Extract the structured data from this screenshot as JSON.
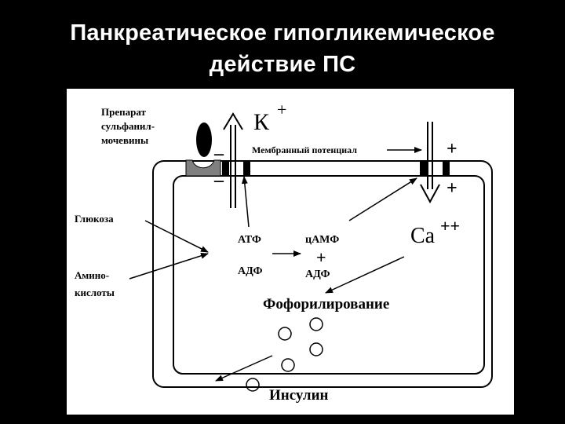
{
  "title": {
    "line1": "Панкреатическое гипогликемическое",
    "line2": "действие ПС"
  },
  "diagram": {
    "drug_label": [
      "Препарат",
      "сульфанил-",
      "мочевины"
    ],
    "k_ion": "К",
    "k_charge": "+",
    "membrane_potential": "Мембранный потенциал",
    "minus_top": "–",
    "minus_bottom": "–",
    "plus_outer": "+",
    "plus_inner": "+",
    "glucose": "Глюкоза",
    "amino_acids": [
      "Амино-",
      "кислоты"
    ],
    "atp": "АТФ",
    "adp_left": "АДФ",
    "camp": "цАМФ",
    "camp_plus": "+",
    "adp_right": "АДФ",
    "ca_ion": "Са",
    "ca_charge": "++",
    "phosphorylation": "Фофорилирование",
    "insulin": "Инсулин"
  },
  "colors": {
    "background": "#000000",
    "title_text": "#ffffff",
    "panel": "#ffffff",
    "receptor": "#808080"
  }
}
